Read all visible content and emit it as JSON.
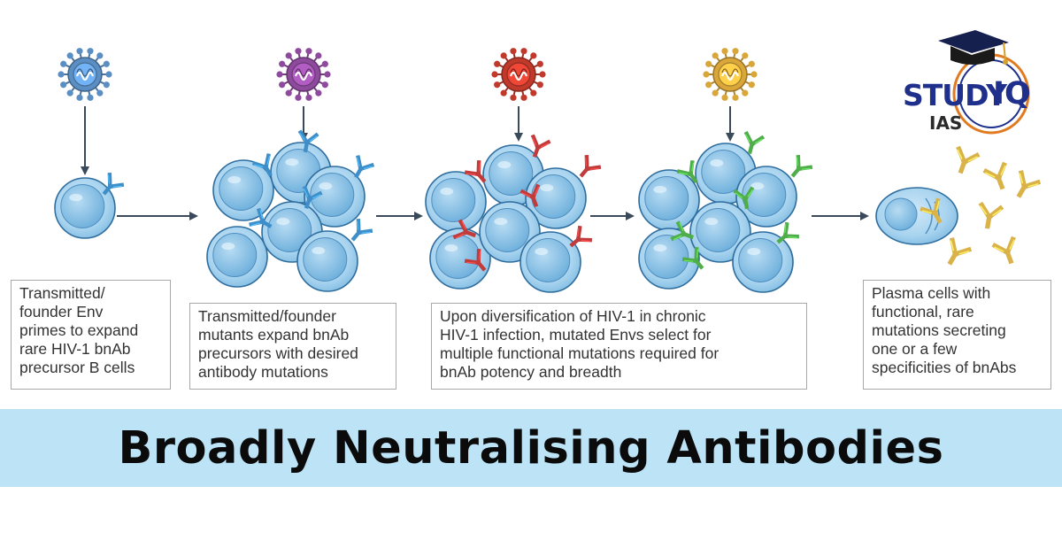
{
  "captions": {
    "step1": "Transmitted/\nfounder Env\nprimes  to expand\nrare HIV-1 bnAb\nprecursor B cells",
    "step2": "Transmitted/founder\nmutants expand bnAb\nprecursors with desired\nantibody mutations",
    "step3": "Upon diversification of HIV-1 in chronic\nHIV-1 infection, mutated Envs select for\nmultiple functional mutations required for\nbnAb potency and breadth",
    "step4": "Plasma cells with\nfunctional, rare\nmutations secreting\none or a few\nspecificities of bnAbs"
  },
  "banner": {
    "title": "Broadly Neutralising Antibodies"
  },
  "logo": {
    "study": "STUDY",
    "iq": "IQ",
    "ias": "IAS"
  },
  "colors": {
    "virus_step1": "#5b8fc4",
    "virus_step2": "#8e4a9c",
    "virus_step3": "#c0392b",
    "virus_step4": "#d9a63a",
    "antibody_blue": "#3d8ec9",
    "antibody_red": "#c23b3b",
    "antibody_green": "#4fae4a",
    "antibody_gold": "#d9b34a",
    "cell_fill": "#a9d4ef",
    "banner_bg": "#bde3f7",
    "logo_blue": "#1e2f8c",
    "logo_orange": "#e07b22"
  },
  "icons": [
    "hiv-virus-icon",
    "b-cell-icon",
    "antibody-icon",
    "plasma-cell-icon",
    "arrow-icon",
    "graduation-cap-icon"
  ]
}
